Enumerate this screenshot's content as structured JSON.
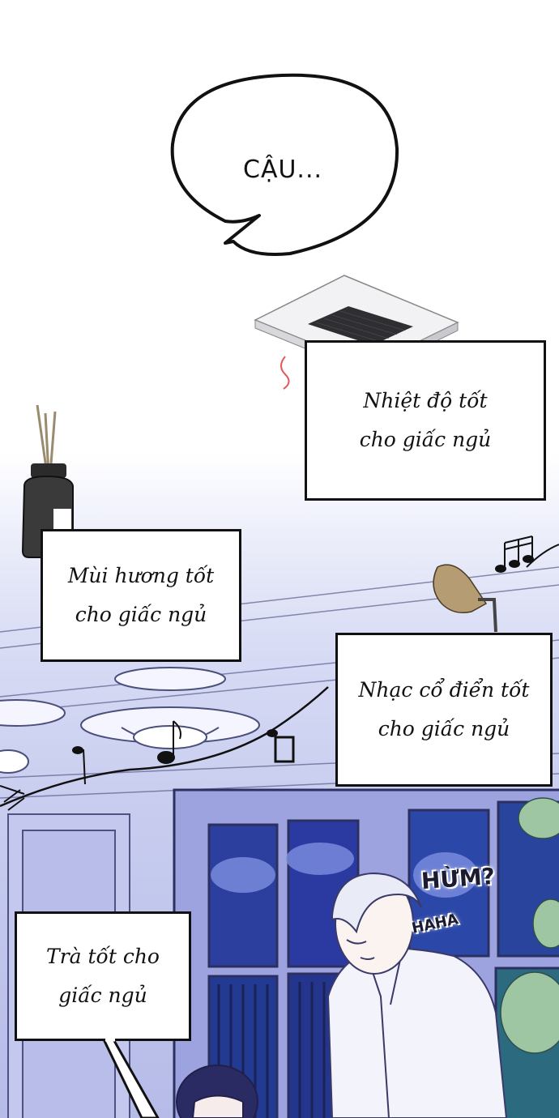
{
  "speech_bubble": {
    "text": "CẬU..."
  },
  "captions": {
    "temperature": {
      "line1": "Nhiệt độ tốt",
      "line2": "cho giấc ngủ"
    },
    "scent": {
      "line1": "Mùi hương tốt",
      "line2": "cho giấc ngủ"
    },
    "music": {
      "line1": "Nhạc cổ điển tốt",
      "line2": "cho giấc ngủ"
    },
    "tea": {
      "line1": "Trà tốt cho",
      "line2": "giấc ngủ"
    }
  },
  "sound_effects": {
    "hum": "HỪM?",
    "haha": "HAHA"
  },
  "icons": [
    "air-conditioner-icon",
    "reed-diffuser-icon",
    "gramophone-icon",
    "music-note-icon"
  ],
  "colors": {
    "ink": "#111111",
    "room_tint": "#c7ccef",
    "window_night": "#2a3f9e"
  }
}
